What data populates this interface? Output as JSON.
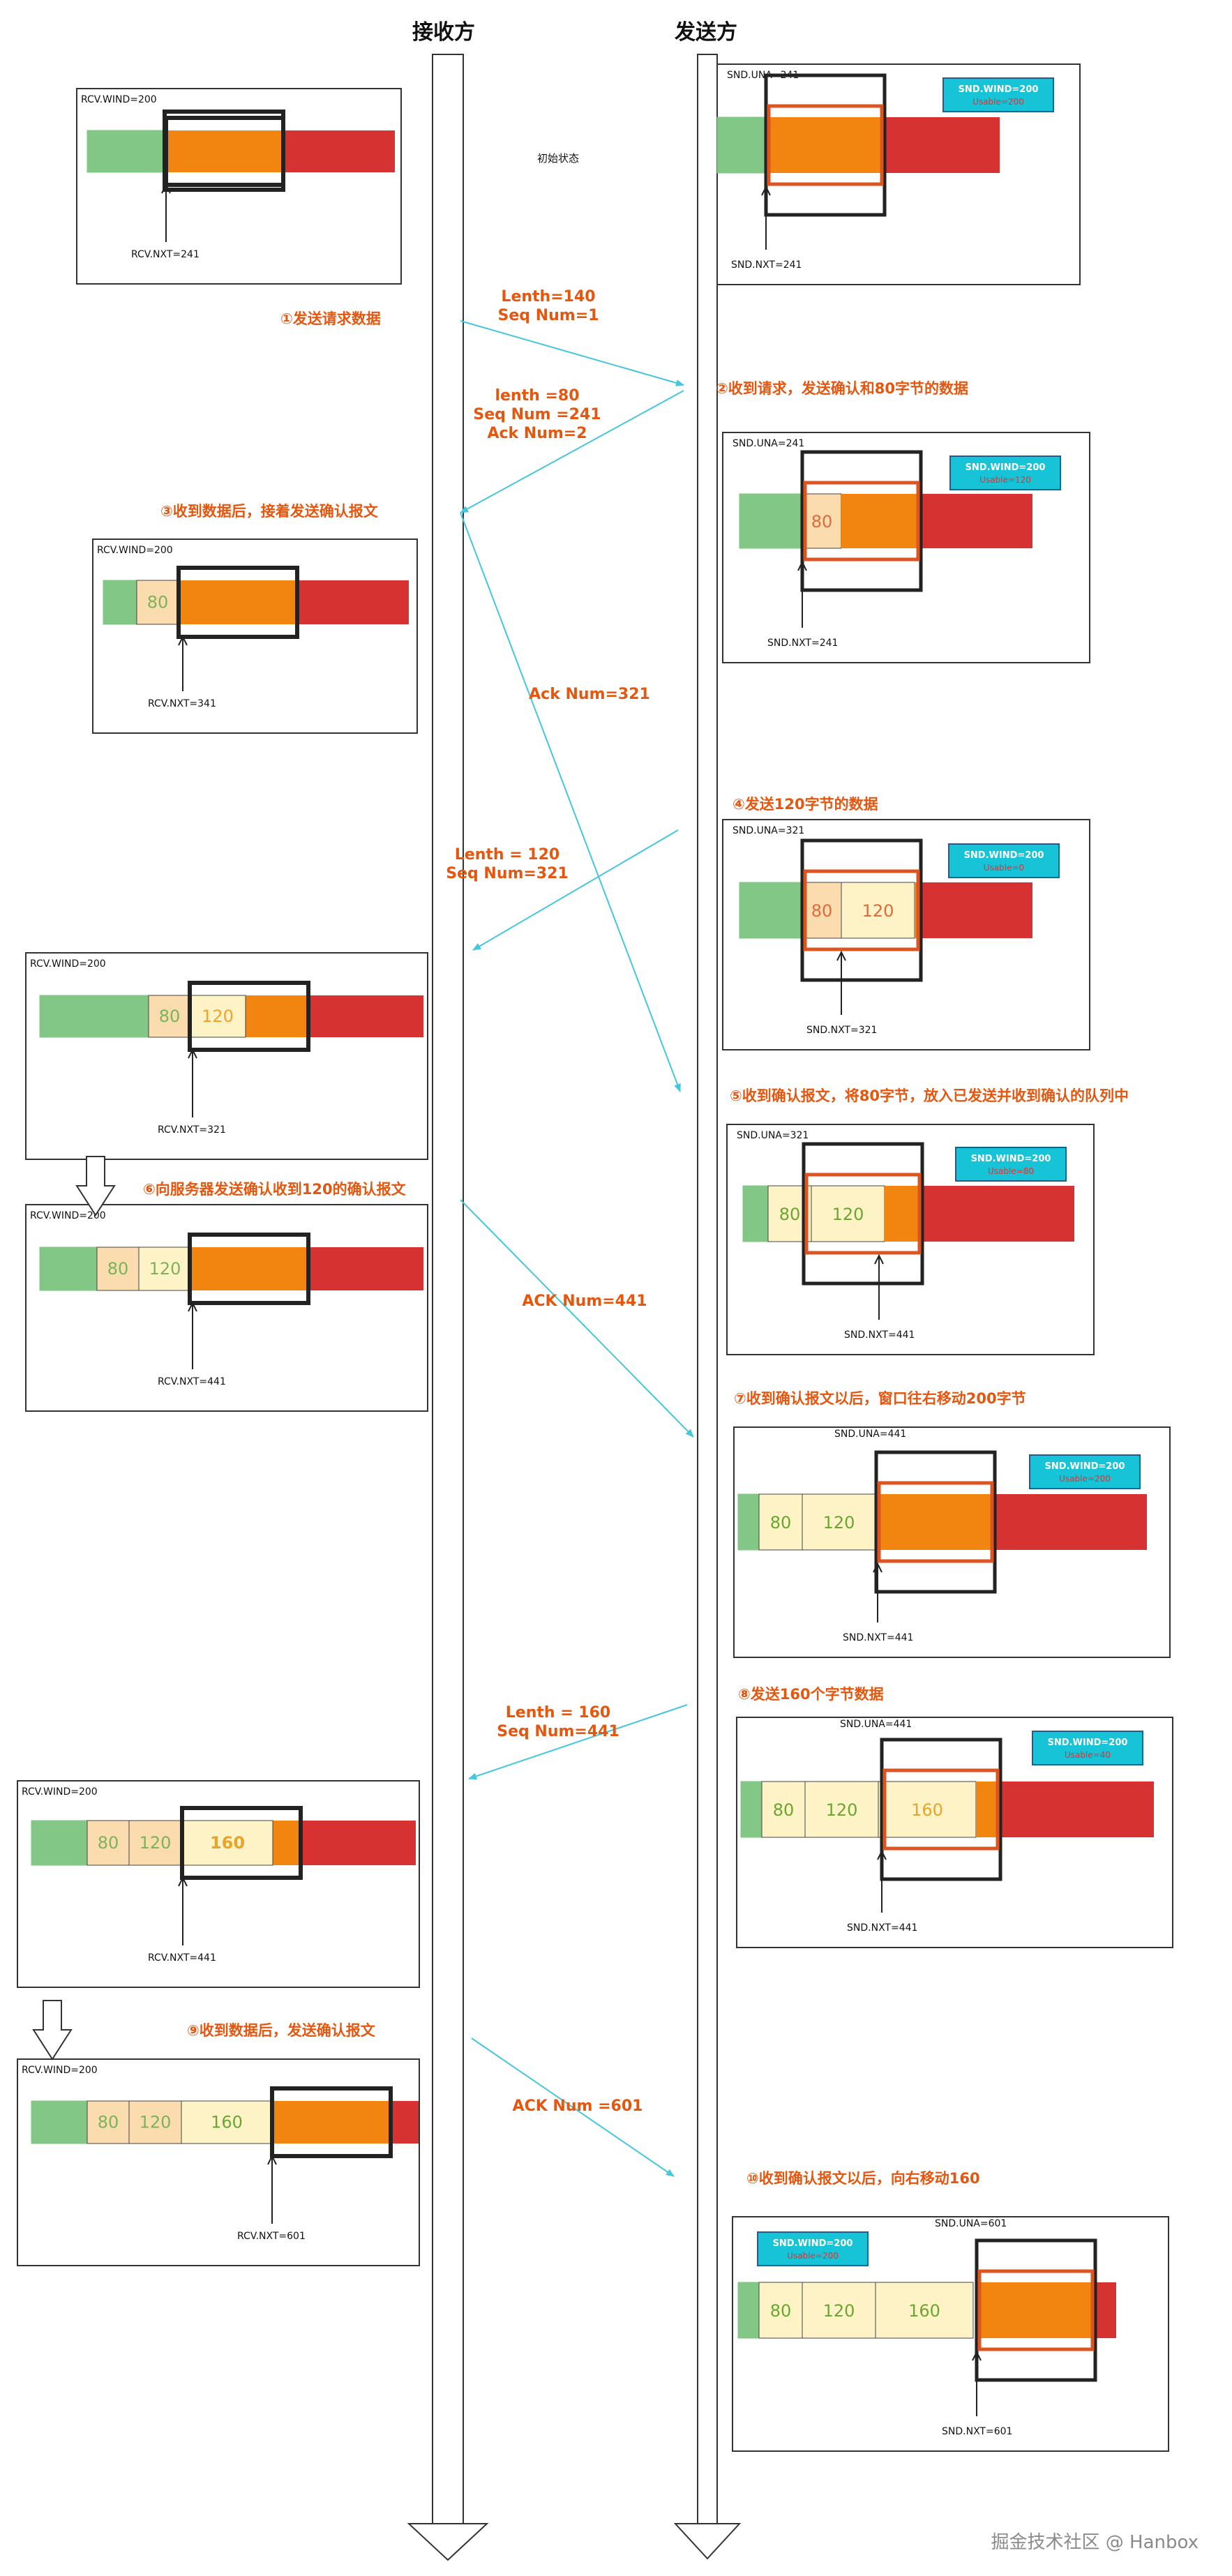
{
  "headers": {
    "receiver": "接收方",
    "sender": "发送方"
  },
  "colors": {
    "green": "#82c785",
    "cream": "#fdf3c6",
    "peach": "#fbdcae",
    "orange": "#f28410",
    "red": "#d63232",
    "arrow": "#44c6dc",
    "label_orange": "#e5560f",
    "badge_bg": "#17c3d6",
    "badge_border": "#1b5f8c",
    "badge_sub": "#e53030",
    "window_border": "#222222",
    "usable_border": "#dc5420"
  },
  "init_label": "初始状态",
  "steps": [
    "①发送请求数据",
    "②收到请求，发送确认和80字节的数据",
    "③收到数据后，接着发送确认报文",
    "④发送120字节的数据",
    "⑤收到确认报文，将80字节，放入已发送并收到确认的队列中",
    "⑥向服务器发送确认收到120的确认报文",
    "⑦收到确认报文以后，窗口往右移动200字节",
    "⑧发送160个字节数据",
    "⑨收到数据后，发送确认报文",
    "⑩收到确认报文以后，向右移动160"
  ],
  "messages": [
    {
      "lines": [
        "Lenth=140",
        "Seq Num=1"
      ]
    },
    {
      "lines": [
        "lenth =80",
        "Seq Num =241",
        "Ack Num=2"
      ]
    },
    {
      "lines": [
        "Ack Num=321"
      ]
    },
    {
      "lines": [
        "Lenth = 120",
        "Seq Num=321"
      ]
    },
    {
      "lines": [
        "ACK Num=441"
      ]
    },
    {
      "lines": [
        "Lenth = 160",
        "Seq Num=441"
      ]
    },
    {
      "lines": [
        "ACK Num =601"
      ]
    }
  ],
  "receiver_panels": [
    {
      "wind": "RCV.WIND=200",
      "nxt": "RCV.NXT=241",
      "segments": []
    },
    {
      "wind": "RCV.WIND=200",
      "nxt": "RCV.NXT=341",
      "segments": [
        "80"
      ]
    },
    {
      "wind": "RCV.WIND=200",
      "nxt": "RCV.NXT=321",
      "segments": [
        "80",
        "120"
      ]
    },
    {
      "wind": "RCV.WIND=200",
      "nxt": "RCV.NXT=441",
      "segments": [
        "80",
        "120"
      ]
    },
    {
      "wind": "RCV.WIND=200",
      "nxt": "RCV.NXT=441",
      "segments": [
        "80",
        "120",
        "160"
      ]
    },
    {
      "wind": "RCV.WIND=200",
      "nxt": "RCV.NXT=601",
      "segments": [
        "80",
        "120",
        "160"
      ]
    }
  ],
  "sender_panels": [
    {
      "una": "SND.UNA=241",
      "nxt": "SND.NXT=241",
      "badge": "SND.WIND=200",
      "usable": "Usable=200",
      "segments": []
    },
    {
      "una": "SND.UNA=241",
      "nxt": "SND.NXT=241",
      "badge": "SND.WIND=200",
      "usable": "Usable=120",
      "segments": [
        "80"
      ]
    },
    {
      "una": "SND.UNA=321",
      "nxt": "SND.NXT=321",
      "badge": "SND.WIND=200",
      "usable": "Usable=0",
      "segments": [
        "80",
        "120"
      ]
    },
    {
      "una": "SND.UNA=321",
      "nxt": "SND.NXT=441",
      "badge": "SND.WIND=200",
      "usable": "Usable=80",
      "segments": [
        "80",
        "120"
      ]
    },
    {
      "una": "SND.UNA=441",
      "nxt": "SND.NXT=441",
      "badge": "SND.WIND=200",
      "usable": "Usable=200",
      "segments": [
        "80",
        "120"
      ]
    },
    {
      "una": "SND.UNA=441",
      "nxt": "SND.NXT=441",
      "badge": "SND.WIND=200",
      "usable": "Usable=40",
      "segments": [
        "80",
        "120",
        "160"
      ]
    },
    {
      "una": "SND.UNA=601",
      "nxt": "SND.NXT=601",
      "badge": "SND.WIND=200",
      "usable": "Usable=200",
      "segments": [
        "80",
        "120",
        "160"
      ]
    }
  ],
  "watermark": "掘金技术社区 @ Hanbox"
}
